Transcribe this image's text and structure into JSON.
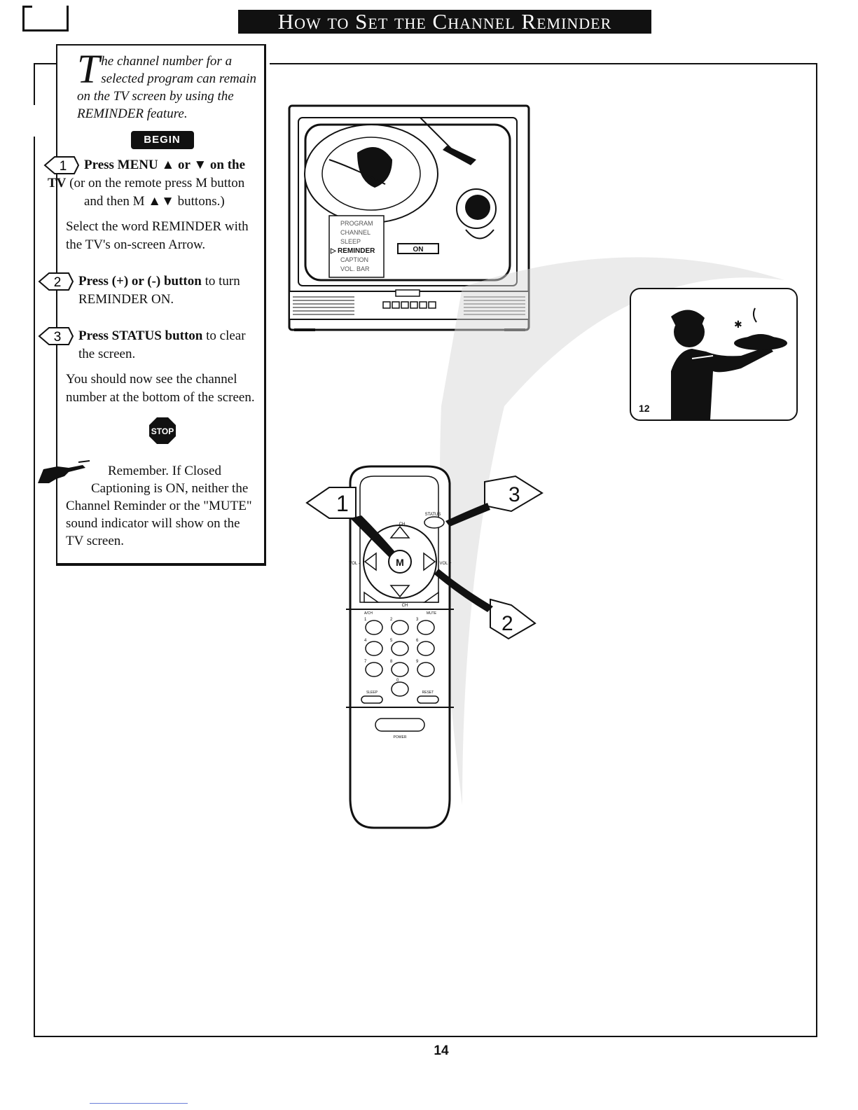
{
  "header": {
    "title": "How to Set the Channel Reminder"
  },
  "intro": {
    "drop_cap": "T",
    "line1": "he channel number for a",
    "line2": "selected program can remain",
    "line3": "on the TV screen by using the",
    "line4": "REMINDER feature."
  },
  "begin_label": "BEGIN",
  "steps": [
    {
      "number": "1",
      "bold1": "Press MENU ▲ or ▼ on the",
      "bold2": "TV",
      "text": " (or on the remote press M button and then M ▲▼ buttons.)",
      "extra": "Select the word REMINDER with the TV's on-screen Arrow."
    },
    {
      "number": "2",
      "bold": "Press (+) or (-) button",
      "text": " to turn REMINDER ON."
    },
    {
      "number": "3",
      "bold": "Press STATUS  button",
      "text": " to clear the screen.",
      "extra": "You should now see the channel number at the bottom of the screen."
    }
  ],
  "stop_label": "STOP",
  "note": {
    "line1": "Remember. If Closed",
    "line2": "Captioning is ON, neither the",
    "rest": "Channel Reminder or the \"MUTE\" sound indicator will show on the TV screen."
  },
  "tv_menu": {
    "items": [
      "PROGRAM",
      "CHANNEL",
      "SLEEP",
      "REMINDER",
      "CAPTION",
      "VOL. BAR"
    ],
    "selected_value": "ON"
  },
  "remote": {
    "labels": {
      "status": "STATUS",
      "ch_up": "CH",
      "ch_down": "CH",
      "vol_minus": "VOL -",
      "vol_plus": "VOL +",
      "m": "M",
      "a_ch": "A/CH",
      "mute": "MUTE",
      "sleep": "SLEEP",
      "reset": "RESET",
      "power": "POWER"
    },
    "keys": [
      "1",
      "2",
      "3",
      "4",
      "5",
      "6",
      "7",
      "8",
      "9",
      "0"
    ],
    "callouts": [
      "1",
      "2",
      "3"
    ]
  },
  "illustration_badge": "12",
  "page_number": "14",
  "colors": {
    "ink": "#111111",
    "paper": "#ffffff",
    "screen_tint": "#e8e8e8"
  }
}
